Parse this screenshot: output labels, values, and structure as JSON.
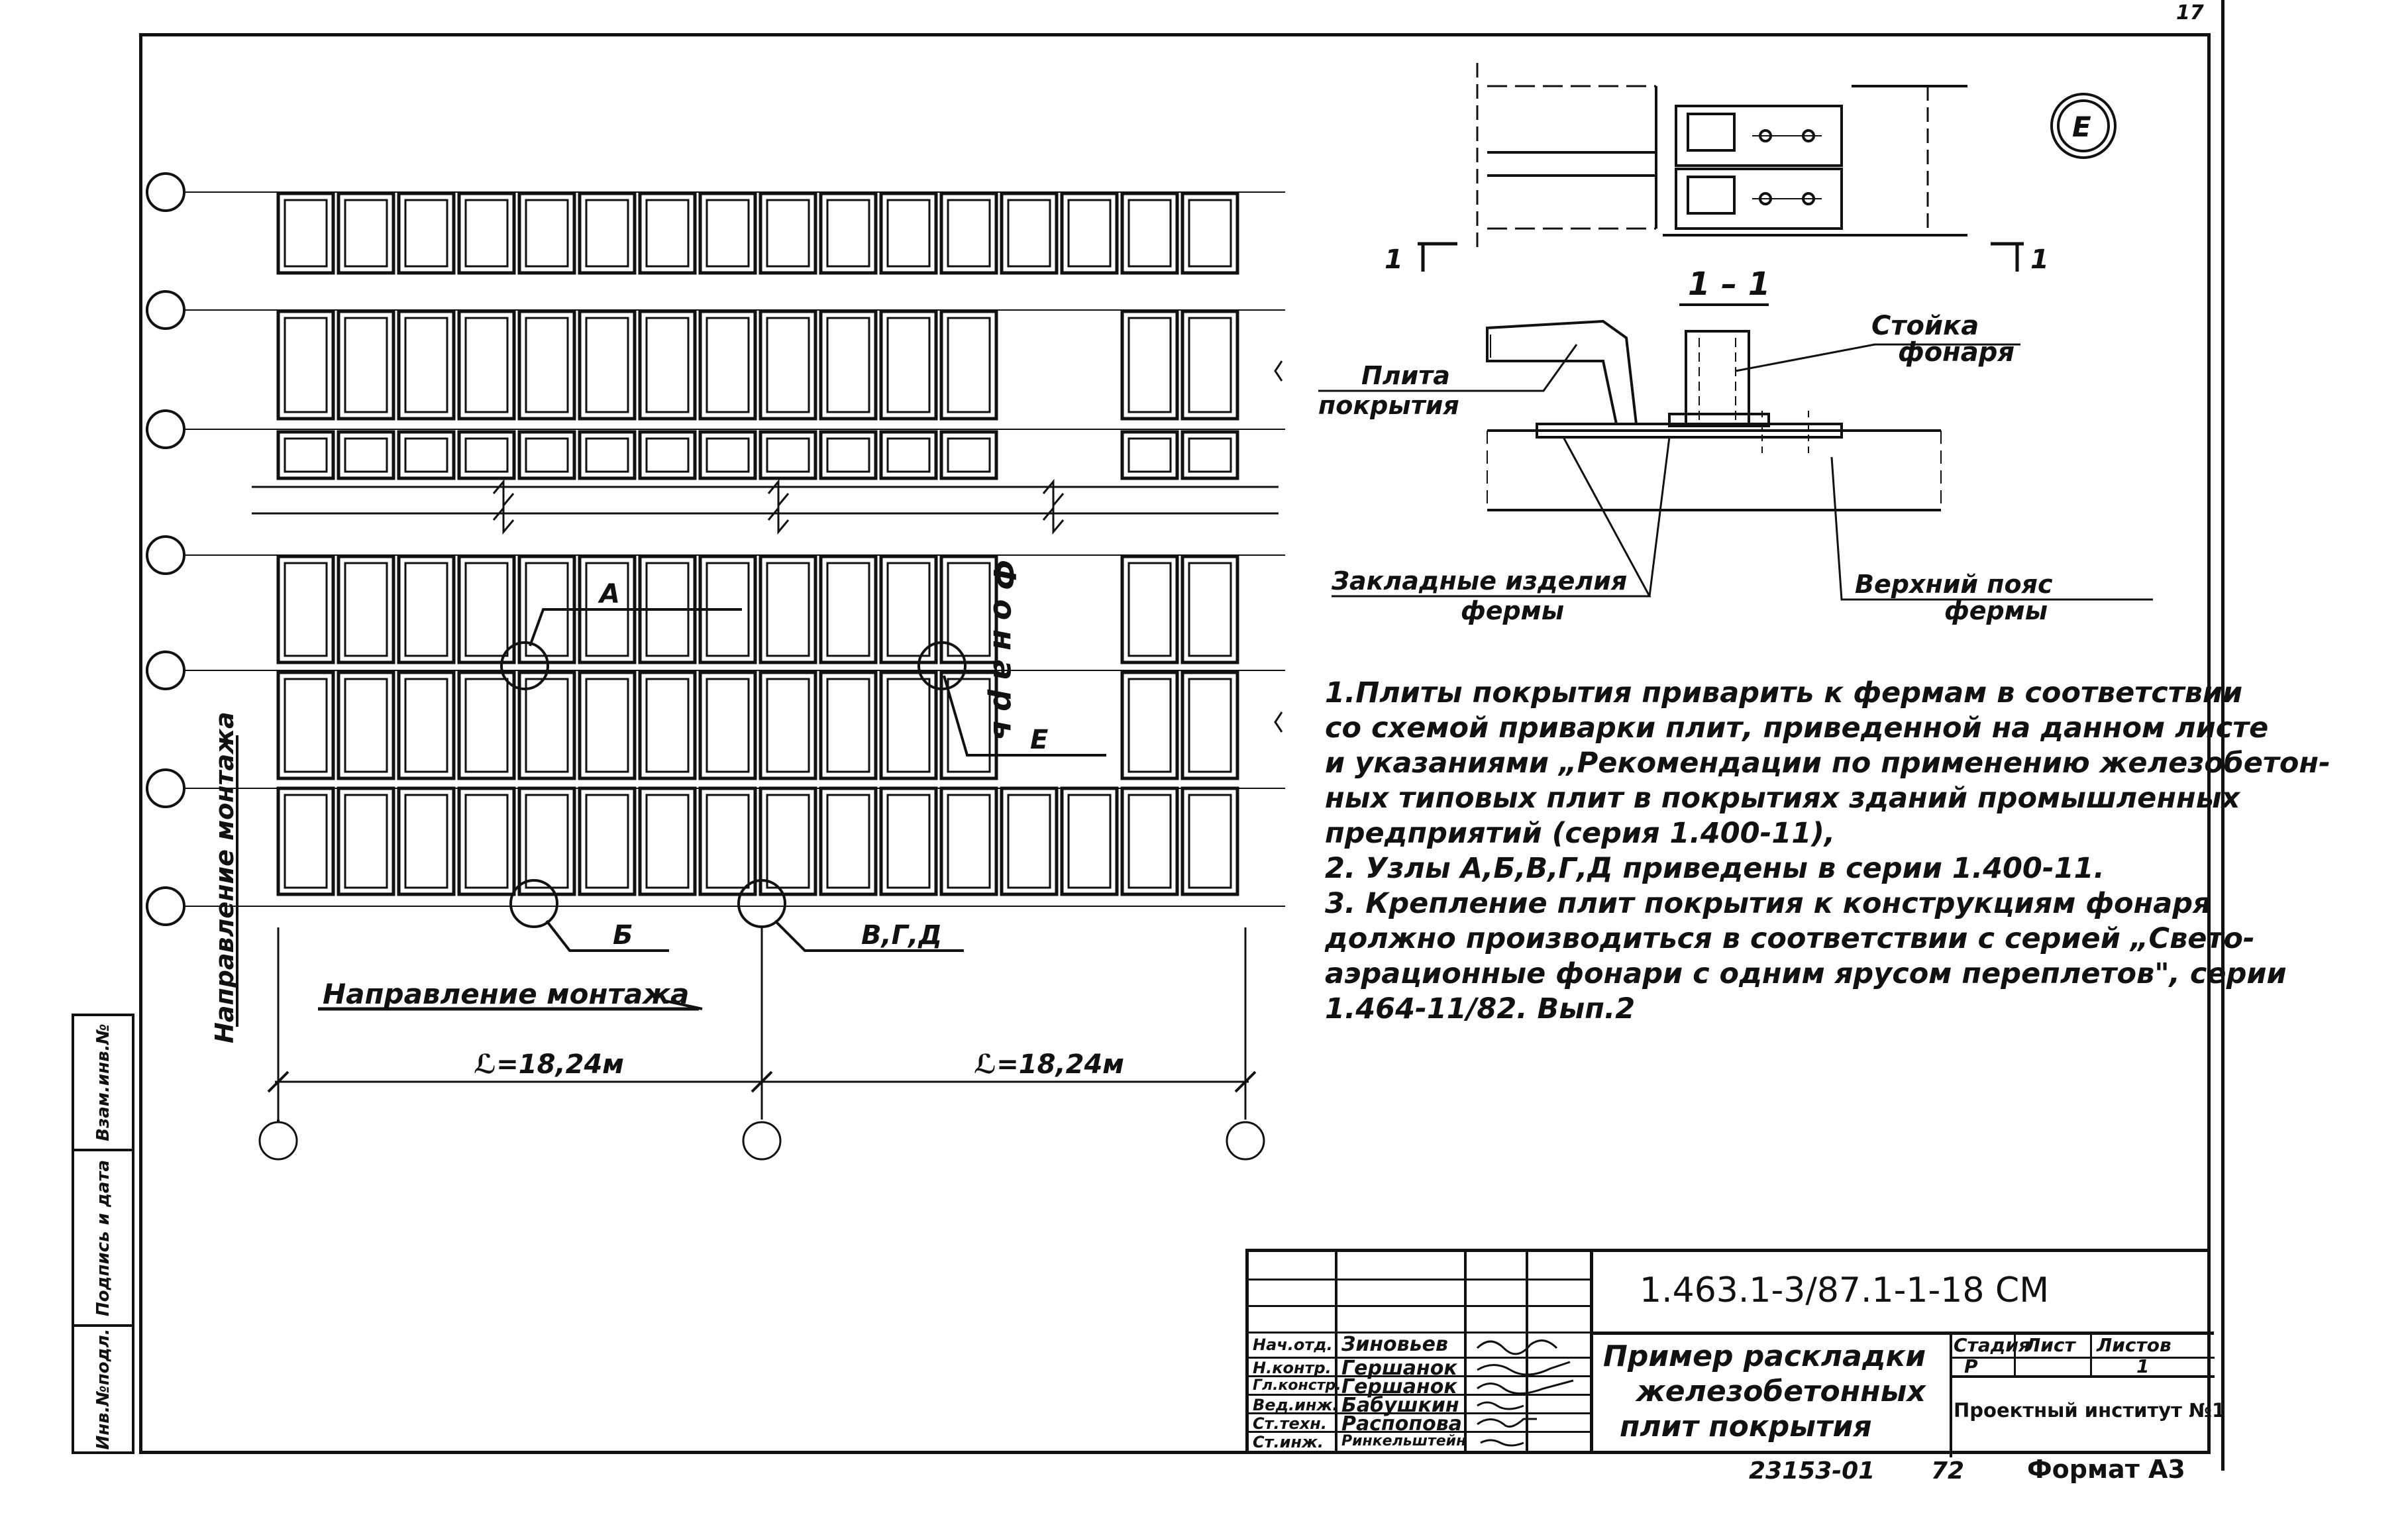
{
  "drawing": {
    "designation": "1.463.1-3/87.1-1-18 СМ",
    "title_lines": [
      "Пример раскладки",
      "железобетонных",
      "плит   покрытия"
    ],
    "institute": "Проектный институт №1",
    "format": "Формат А3",
    "archive_number": "23153-01",
    "sheet_index": "72",
    "corner_mark": "17"
  },
  "stage_table": {
    "headers": [
      "Стадия",
      "Лист",
      "Листов"
    ],
    "values": [
      "Р",
      "",
      "1"
    ]
  },
  "signatures": [
    {
      "role": "Нач.отд.",
      "name": "Зиновьев"
    },
    {
      "role": "Н.контр.",
      "name": "Гершанок"
    },
    {
      "role": "Гл.констр.",
      "name": "Гершанок"
    },
    {
      "role": "Вед.инж.",
      "name": "Бабушкин"
    },
    {
      "role": "Ст.техн.",
      "name": "Распопова"
    },
    {
      "role": "Ст.инж.",
      "name": "Ринкельштейн"
    }
  ],
  "binding_strip": [
    "Инв.№подл.",
    "Подпись и дата",
    "Взам.инв.№"
  ],
  "plan": {
    "node_labels": {
      "a": "А",
      "b": "Б",
      "vgd": "В,Г,Д",
      "e_plan": "Е"
    },
    "lantern": "Фонарь",
    "montage_vertical": "Направление монтажа",
    "montage_horizontal": "Направление монтажа",
    "span_left": "ℒ=18,24м",
    "span_right": "ℒ=18,24м"
  },
  "detail": {
    "callout": "Е",
    "section_mark": "1",
    "section_title": "1 – 1",
    "slab_label_1": "Плита",
    "slab_label_2": "покрытия",
    "post_label_1": "Стойка",
    "post_label_2": "фонаря",
    "embed_label_1": "Закладные изделия",
    "embed_label_2": "фермы",
    "chord_label_1": "Верхний пояс",
    "chord_label_2": "фермы"
  },
  "notes": [
    "1.Плиты покрытия приварить к фермам в соответствии",
    "со схемой приварки плит, приведенной на данном листе",
    "и указаниями „Рекомендации по применению железобетон-",
    "ных типовых плит в покрытиях зданий промышленных",
    "предприятий (серия 1.400-11),",
    "  2. Узлы А,Б,В,Г,Д приведены в серии 1.400-11.",
    "  3. Крепление плит покрытия к конструкциям фонаря",
    "должно производиться в соответствии с серией „Свето-",
    "аэрационные фонари с одним ярусом переплетов\", серии",
    "1.464-11/82. Вып.2"
  ]
}
